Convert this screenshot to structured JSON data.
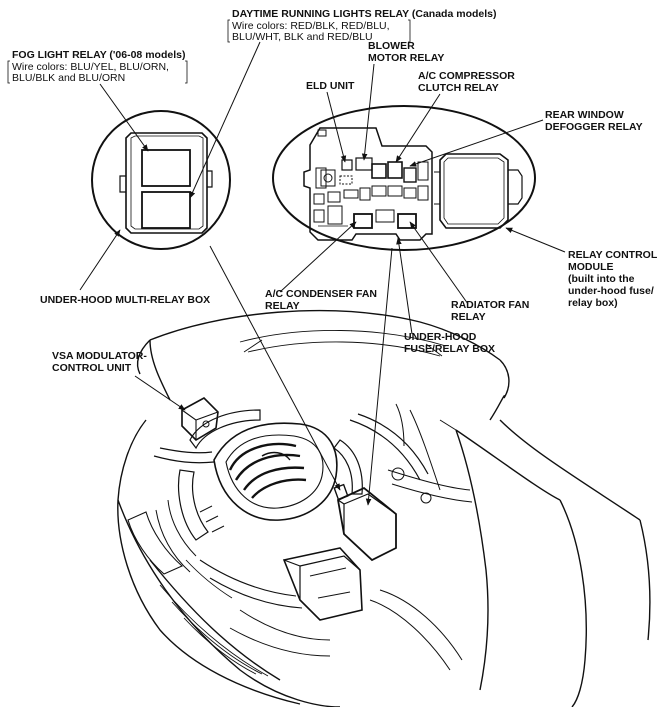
{
  "labels": {
    "drl_title": "DAYTIME RUNNING LIGHTS RELAY (Canada models)",
    "drl_wire_1": "Wire colors: RED/BLK, RED/BLU,",
    "drl_wire_2": "BLU/WHT, BLK and RED/BLU",
    "fog_title": "FOG LIGHT RELAY ('06-08 models)",
    "fog_wire_1": "Wire colors: BLU/YEL, BLU/ORN,",
    "fog_wire_2": "BLU/BLK and BLU/ORN",
    "blower_1": "BLOWER",
    "blower_2": "MOTOR RELAY",
    "eld": "ELD UNIT",
    "ac_comp_1": "A/C COMPRESSOR",
    "ac_comp_2": "CLUTCH RELAY",
    "rear_defog_1": "REAR WINDOW",
    "rear_defog_2": "DEFOGGER RELAY",
    "relay_ctrl_1": "RELAY CONTROL",
    "relay_ctrl_2": "MODULE",
    "relay_ctrl_3": "(built into the",
    "relay_ctrl_4": "under-hood fuse/",
    "relay_ctrl_5": "relay box)",
    "multi_relay": "UNDER-HOOD MULTI-RELAY BOX",
    "ac_cond_1": "A/C CONDENSER FAN",
    "ac_cond_2": "RELAY",
    "radiator_1": "RADIATOR FAN",
    "radiator_2": "RELAY",
    "fusebox_1": "UNDER-HOOD",
    "fusebox_2": "FUSE/RELAY BOX",
    "vsa_1": "VSA MODULATOR-",
    "vsa_2": "CONTROL UNIT"
  }
}
